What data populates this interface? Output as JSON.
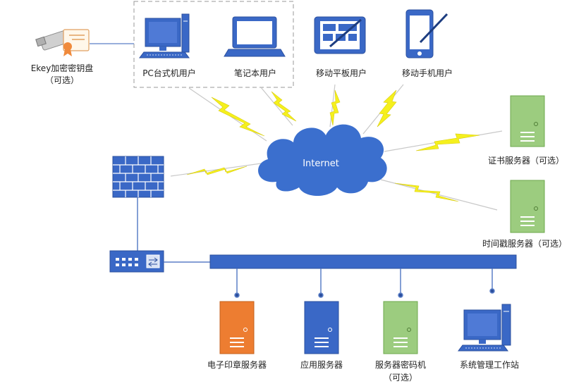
{
  "labels": {
    "ekey": "Ekey加密密钥盘",
    "ekey_optional": "（可选）",
    "pc_user": "PC台式机用户",
    "laptop_user": "笔记本用户",
    "tablet_user": "移动平板用户",
    "phone_user": "移动手机用户",
    "internet": "Internet",
    "cert_server": "证书服务器（可选）",
    "timestamp_server": "时间戳服务器（可选）",
    "seal_server": "电子印章服务器",
    "app_server": "应用服务器",
    "crypto_server": "服务器密码机",
    "crypto_optional": "（可选）",
    "mgmt_workstation": "系统管理工作站"
  },
  "colors": {
    "blue": "#3a68c6",
    "blue_dark": "#2b4f9e",
    "green": "#9ccc7f",
    "green_dark": "#6ea84e",
    "orange": "#ed7d31",
    "bolt": "#f5f01d",
    "cloud": "#3b6fce"
  },
  "icons": {
    "ekey": "usb-key-certificate-icon",
    "pc": "desktop-computer-icon",
    "laptop": "laptop-icon",
    "tablet": "tablet-icon",
    "phone": "smartphone-icon",
    "firewall": "firewall-icon",
    "switch": "network-switch-icon",
    "server": "server-tower-icon",
    "workstation": "workstation-icon",
    "lightning": "lightning-link-icon",
    "cloud": "cloud-icon"
  }
}
